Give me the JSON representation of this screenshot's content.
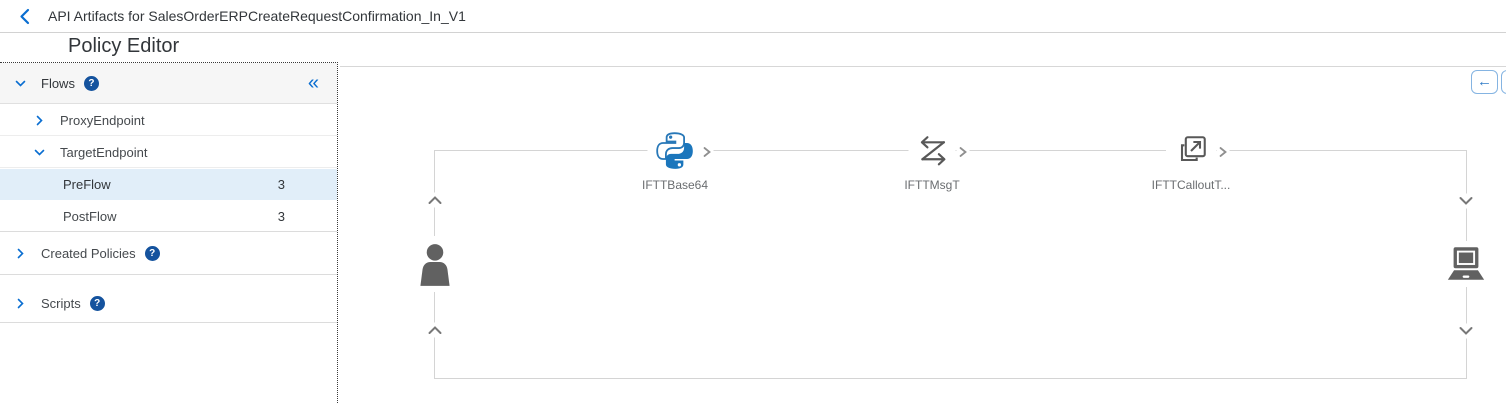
{
  "topbar": {
    "title": "API Artifacts for SalesOrderERPCreateRequestConfirmation_In_V1"
  },
  "page_title": "Policy Editor",
  "sidebar": {
    "collapse_icon": "«",
    "help_glyph": "?",
    "flows": {
      "label": "Flows",
      "expanded": true
    },
    "proxy_endpoint": {
      "label": "ProxyEndpoint",
      "expanded": false
    },
    "target_endpoint": {
      "label": "TargetEndpoint",
      "expanded": true
    },
    "pre_flow": {
      "label": "PreFlow",
      "count": "3",
      "selected": true
    },
    "post_flow": {
      "label": "PostFlow",
      "count": "3",
      "selected": false
    },
    "created_policies": {
      "label": "Created Policies",
      "expanded": false
    },
    "scripts": {
      "label": "Scripts",
      "expanded": false
    }
  },
  "canvas": {
    "toolbar": {
      "undo_icon": "←"
    },
    "policies": [
      {
        "label": "IFTTBase64",
        "icon": "python-script-icon"
      },
      {
        "label": "IFTTMsgT",
        "icon": "message-transform-icon"
      },
      {
        "label": "IFTTCalloutT...",
        "icon": "service-callout-icon"
      }
    ],
    "endpoints": {
      "client_icon": "person-icon",
      "target_icon": "laptop-icon"
    }
  },
  "colors": {
    "accent_blue": "#0a6ed1",
    "help_badge_blue": "#15539e",
    "selected_row_blue": "#e1eef9",
    "python_blue": "#1b76bc",
    "diagram_line_gray": "#d4d4d4",
    "icon_gray": "#5f5f5f"
  }
}
